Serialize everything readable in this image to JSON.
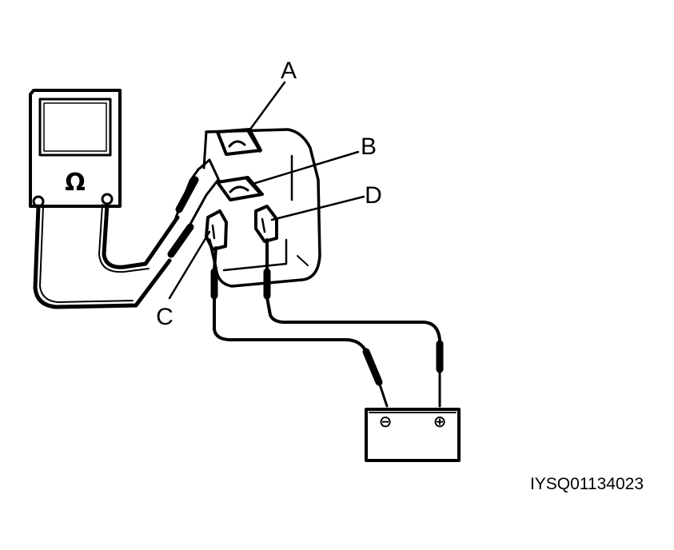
{
  "labels": {
    "a": "A",
    "b": "B",
    "c": "C",
    "d": "D"
  },
  "meter": {
    "symbol": "Ω"
  },
  "battery": {
    "negative_symbol": "⊖",
    "positive_symbol": "⊕"
  },
  "figure_code": "IYSQ01134023",
  "colors": {
    "ink": "#000000",
    "paper": "#ffffff"
  }
}
